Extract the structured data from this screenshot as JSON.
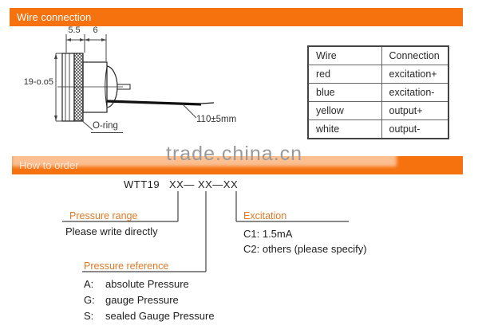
{
  "banners": {
    "wire_connection": "Wire connection",
    "how_to_order": "How to order"
  },
  "watermark": "trade.china.cn",
  "diagram": {
    "dim_width_flange": "5.5",
    "dim_width_body": "6",
    "dim_diameter": "19-o.o5",
    "oring_label": "O-ring",
    "cable_length_label": "110±5mm"
  },
  "wire_table": {
    "headers": [
      "Wire",
      "Connection"
    ],
    "rows": [
      [
        "red",
        "excitation+"
      ],
      [
        "blue",
        "excitation-"
      ],
      [
        "yellow",
        "output+"
      ],
      [
        "white",
        "output-"
      ]
    ]
  },
  "order": {
    "model": "WTT19",
    "code": "XX— XX—XX",
    "pressure_range": {
      "label": "Pressure range",
      "note": "Please write directly"
    },
    "excitation": {
      "label": "Excitation",
      "options": [
        "C1: 1.5mA",
        "C2: others (please specify)"
      ]
    },
    "pressure_reference": {
      "label": "Pressure reference",
      "options": [
        {
          "key": "A:",
          "desc": "absolute Pressure"
        },
        {
          "key": "G:",
          "desc": "gauge Pressure"
        },
        {
          "key": "S:",
          "desc": "sealed Gauge Pressure"
        }
      ]
    }
  },
  "colors": {
    "banner_orange": "#f5720e",
    "label_orange": "#e07a28",
    "watermark_gray": "#9a9a9a"
  }
}
